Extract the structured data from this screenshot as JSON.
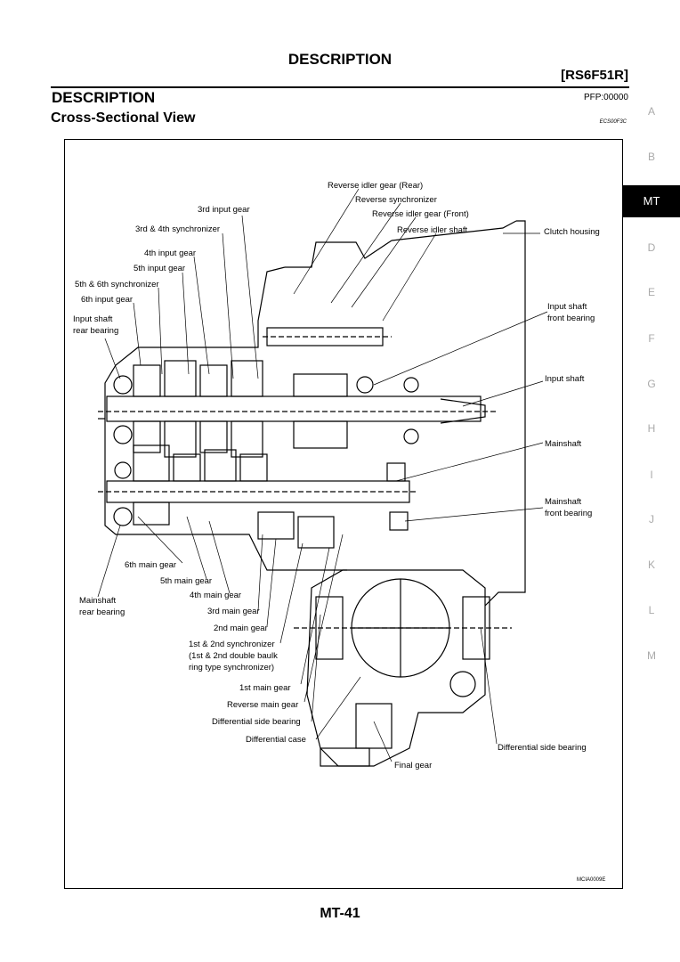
{
  "header": {
    "title": "DESCRIPTION",
    "model": "[RS6F51R]"
  },
  "section": {
    "title": "DESCRIPTION",
    "pfp": "PFP:00000",
    "subtitle": "Cross-Sectional View",
    "code": "ECS00F3C"
  },
  "figure": {
    "id": "MCIA0009E",
    "labels": {
      "reverse_idler_gear_rear": "Reverse idler gear (Rear)",
      "reverse_synchronizer": "Reverse synchronizer",
      "reverse_idler_gear_front": "Reverse idler gear (Front)",
      "reverse_idler_shaft": "Reverse idler shaft",
      "clutch_housing": "Clutch housing",
      "input_gear_3rd": "3rd input gear",
      "synchronizer_3rd_4th": "3rd & 4th synchronizer",
      "input_gear_4th": "4th input gear",
      "input_gear_5th": "5th input gear",
      "synchronizer_5th_6th": "5th & 6th synchronizer",
      "input_gear_6th": "6th input gear",
      "input_shaft_rear_bearing_1": "Input shaft",
      "input_shaft_rear_bearing_2": "rear bearing",
      "input_shaft_front_bearing_1": "Input shaft",
      "input_shaft_front_bearing_2": "front bearing",
      "input_shaft": "Input shaft",
      "mainshaft": "Mainshaft",
      "mainshaft_front_bearing_1": "Mainshaft",
      "mainshaft_front_bearing_2": "front bearing",
      "main_gear_6th": "6th main gear",
      "main_gear_5th": "5th main gear",
      "main_gear_4th": "4th main gear",
      "main_gear_3rd": "3rd main gear",
      "mainshaft_rear_bearing_1": "Mainshaft",
      "mainshaft_rear_bearing_2": "rear bearing",
      "main_gear_2nd": "2nd main gear",
      "synchronizer_1st_2nd_1": "1st & 2nd synchronizer",
      "synchronizer_1st_2nd_2": "(1st & 2nd double baulk",
      "synchronizer_1st_2nd_3": "ring type synchronizer)",
      "main_gear_1st": "1st main gear",
      "reverse_main_gear": "Reverse main gear",
      "differential_side_bearing_left": "Differential side bearing",
      "differential_case": "Differential case",
      "differential_side_bearing_right": "Differential side bearing",
      "final_gear": "Final gear"
    }
  },
  "side_index": {
    "letters": [
      "A",
      "B",
      "MT",
      "D",
      "E",
      "F",
      "G",
      "H",
      "I",
      "J",
      "K",
      "L",
      "M"
    ],
    "active": "MT"
  },
  "footer": {
    "page": "MT-41"
  }
}
